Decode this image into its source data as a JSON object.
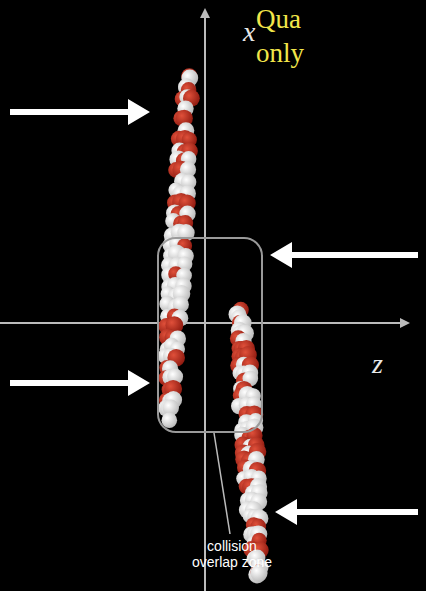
{
  "diagram": {
    "labels": [
      "x",
      "Qua",
      "only",
      "z",
      "collision overlap zone"
    ]
  }
}
